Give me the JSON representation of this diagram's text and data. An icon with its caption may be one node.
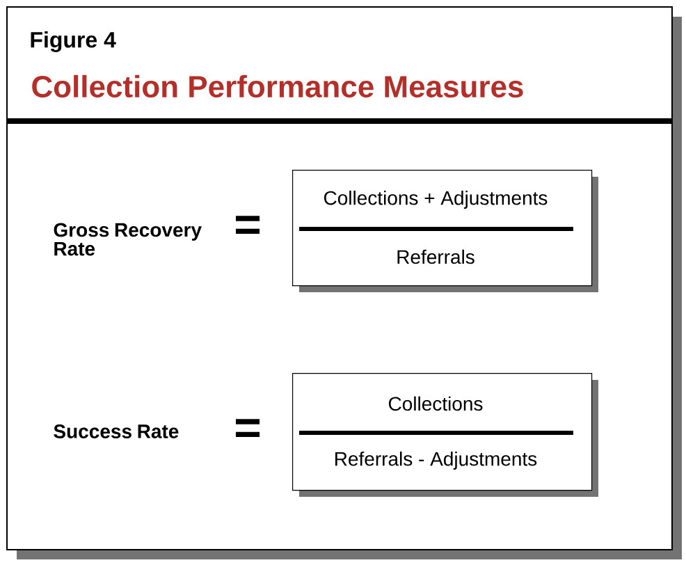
{
  "diagram": {
    "title": "Collection Performance Measures",
    "nodes": [
      {
        "text": [
          "Collections + Adjustments",
          "Referrals"
        ]
      },
      {
        "text": [
          "Collections",
          "Referrals - Adjustments"
        ]
      }
    ],
    "edges": [],
    "labels": [
      "Figure 4",
      "Gross Recovery Rate",
      "=",
      "Success Rate",
      "="
    ]
  }
}
